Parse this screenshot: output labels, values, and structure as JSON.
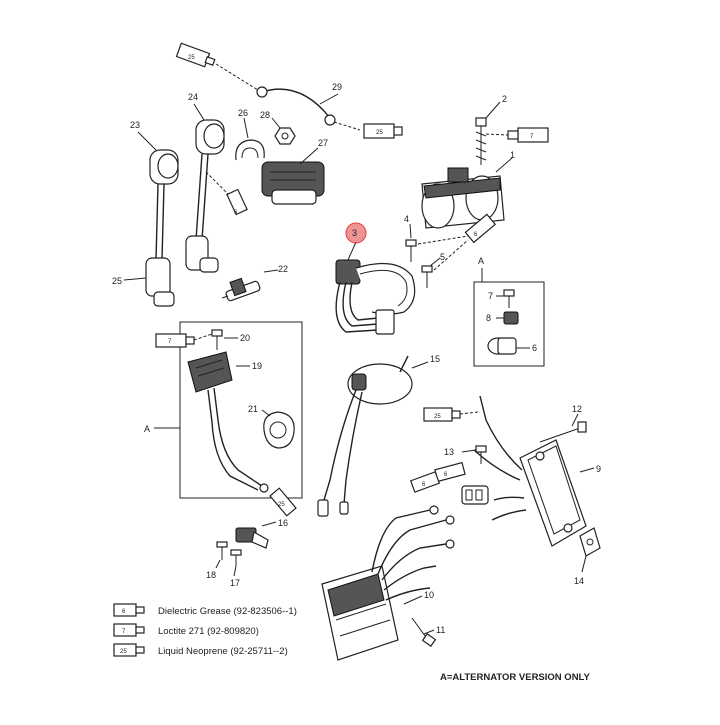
{
  "callouts": {
    "c1": "1",
    "c2": "2",
    "c3": "3",
    "c4": "4",
    "c5": "5",
    "c6a": "6",
    "c6b": "6",
    "c7": "7",
    "c8": "8",
    "c9": "9",
    "c10": "10",
    "c11": "11",
    "c12": "12",
    "c13": "13",
    "c14": "14",
    "c15": "15",
    "c16": "16",
    "c17": "17",
    "c18": "18",
    "c19": "19",
    "c20": "20",
    "c21": "21",
    "c22": "22",
    "c23": "23",
    "c24": "24",
    "c25": "25",
    "c26": "26",
    "c27": "27",
    "c28": "28",
    "c29": "29"
  },
  "tubes": {
    "t25_top": "25",
    "t25_29": "25",
    "t7_2": "7",
    "t6": "6",
    "t6_5": "6",
    "t7_20": "7",
    "t25_16": "25",
    "t25_sw": "25",
    "t6_13": "6",
    "t6_sw": "6"
  },
  "inset_labels": {
    "a_top": "A",
    "a_left": "A"
  },
  "legend": [
    {
      "tube": "6",
      "text": "Dielectric Grease (92-823506--1)"
    },
    {
      "tube": "7",
      "text": "Loctite 271 (92-809820)"
    },
    {
      "tube": "25",
      "text": "Liquid Neoprene (92-25711--2)"
    }
  ],
  "footer": "A=ALTERNATOR VERSION ONLY",
  "colors": {
    "highlight": "#e23c3c",
    "ink": "#222222"
  }
}
